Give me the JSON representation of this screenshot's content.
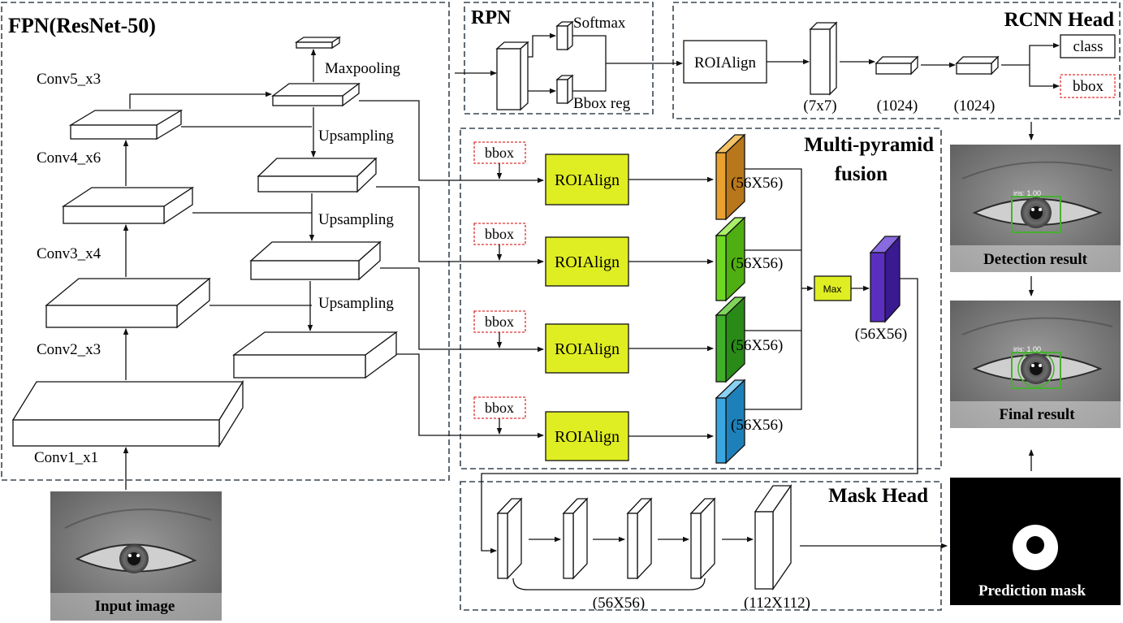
{
  "colors": {
    "frame": "#3a4650",
    "arrow": "#111111",
    "roi_fill": "#dfee22",
    "bbox_border": "#e03030",
    "feat_top": "#e8a12f",
    "feat_2": "#6ed820",
    "feat_3": "#3fae28",
    "feat_4": "#3aa6e0",
    "fused": "#5a2fc0",
    "detection_box": "#46b030"
  },
  "fpn": {
    "title": "FPN(ResNet-50)",
    "stages": [
      "Conv5_x3",
      "Conv4_x6",
      "Conv3_x4",
      "Conv2_x3",
      "Conv1_x1"
    ],
    "maxpool_label": "Maxpooling",
    "upsampling_label": "Upsampling"
  },
  "rpn": {
    "title": "RPN",
    "softmax_label": "Softmax",
    "bbox_reg_label": "Bbox reg"
  },
  "rcnn": {
    "title": "RCNN Head",
    "roialign_label": "ROIAlign",
    "dims": [
      "(7x7)",
      "(1024)",
      "(1024)"
    ],
    "class_label": "class",
    "bbox_label": "bbox"
  },
  "fusion": {
    "title_line1": "Multi-pyramid",
    "title_line2": "fusion",
    "bbox_label": "bbox",
    "roialign_label": "ROIAlign",
    "feature_size": "(56X56)",
    "max_label": "Max",
    "fused_size": "(56X56)"
  },
  "mask_head": {
    "title": "Mask Head",
    "size_small": "(56X56)",
    "size_large": "(112X112)"
  },
  "images": {
    "input_caption": "Input image",
    "detection_caption": "Detection result",
    "final_caption": "Final result",
    "mask_caption": "Prediction mask",
    "detection_tag": "iris: 1.00",
    "final_tag": "iris: 1.00"
  }
}
